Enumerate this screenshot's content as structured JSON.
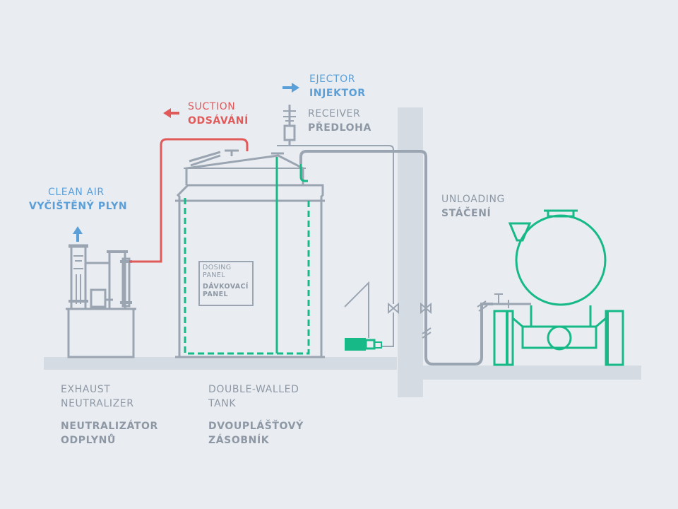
{
  "colors": {
    "background": "#e9edf2",
    "structure": "#9ba5b1",
    "ground": "#d5dbe2",
    "accent_green": "#17b986",
    "suction_red": "#e05a5a",
    "flow_blue": "#5b9fd9"
  },
  "labels": {
    "suction": {
      "en": "SUCTION",
      "cz": "ODSÁVÁNÍ"
    },
    "ejector": {
      "en": "EJECTOR",
      "cz": "INJEKTOR"
    },
    "receiver": {
      "en": "RECEIVER",
      "cz": "PŘEDLOHA"
    },
    "clean_air": {
      "en": "CLEAN AIR",
      "cz": "VYČIŠTĚNÝ PLYN"
    },
    "unloading": {
      "en": "UNLOADING",
      "cz": "STÁČENÍ"
    },
    "dosing_panel": {
      "en_line1": "DOSING",
      "en_line2": "PANEL",
      "cz_line1": "DÁVKOVACÍ",
      "cz_line2": "PANEL"
    },
    "exhaust_neutralizer": {
      "en_line1": "EXHAUST",
      "en_line2": "NEUTRALIZER",
      "cz_line1": "NEUTRALIZÁTOR",
      "cz_line2": "ODPLYNŮ"
    },
    "double_walled_tank": {
      "en_line1": "DOUBLE-WALLED",
      "en_line2": "TANK",
      "cz_line1": "DVOUPLÁŠŤOVÝ",
      "cz_line2": "ZÁSOBNÍK"
    }
  },
  "icons": {
    "suction_arrow": "arrow-left",
    "ejector_arrow": "arrow-right",
    "clean_air_arrow": "arrow-up"
  }
}
